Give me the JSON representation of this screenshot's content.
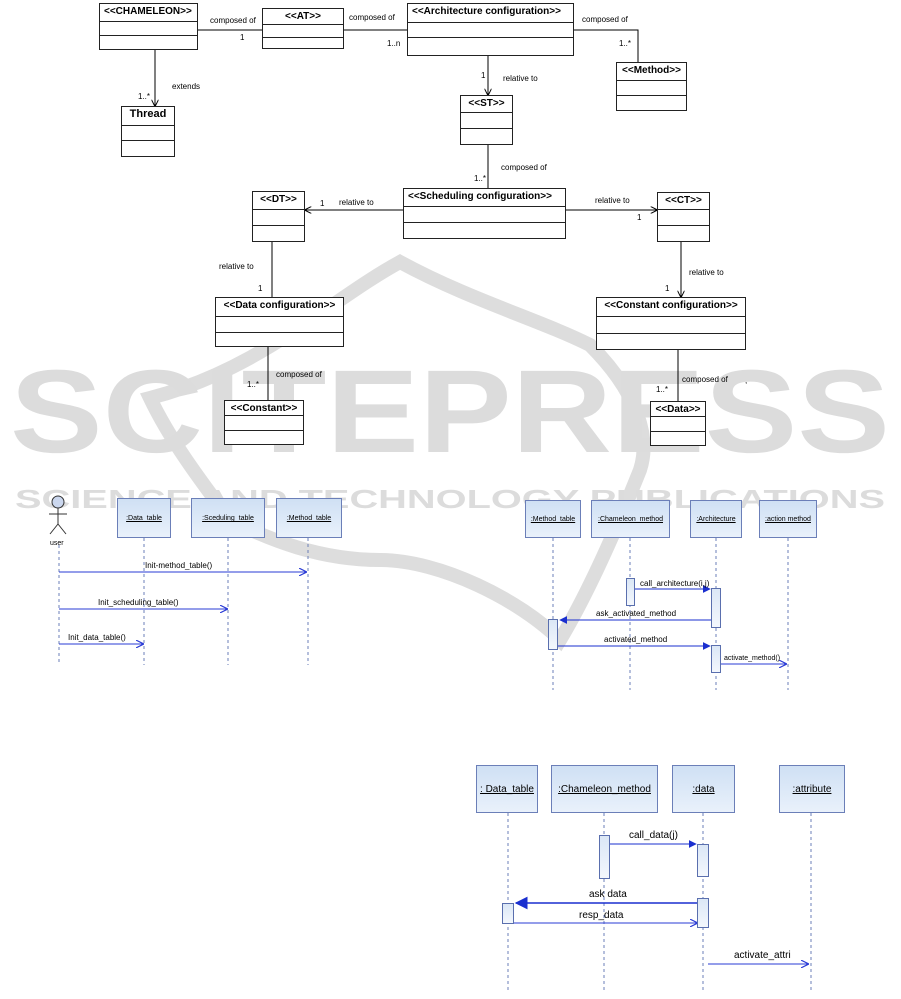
{
  "watermark": {
    "brand": "SCITEPRESS",
    "tagline": "SCIENCE AND TECHNOLOGY PUBLICATIONS",
    "color": "#dcdcdc"
  },
  "class_diagram": {
    "classes": {
      "chameleon": "<<CHAMELEON>>",
      "at": "<<AT>>",
      "architecture_configuration": "<<Architecture configuration>>",
      "method": "<<Method>>",
      "thread": "Thread",
      "st": "<<ST>>",
      "scheduling_configuration": "<<Scheduling configuration>>",
      "dt": "<<DT>>",
      "ct": "<<CT>>",
      "data_configuration": "<<Data configuration>>",
      "constant_configuration": "<<Constant configuration>>",
      "constant": "<<Constant>>",
      "data": "<<Data>>"
    },
    "labels": {
      "chameleon_at": "composed of",
      "chameleon_at_mult": "1",
      "at_arch": "composed of",
      "at_arch_mult": "1..n",
      "arch_method": "composed of",
      "arch_method_mult": "1..*",
      "chameleon_thread": "extends",
      "chameleon_thread_mult": "1..*",
      "arch_st": "relative to",
      "arch_st_mult": "1",
      "st_sched": "composed of",
      "st_sched_mult": "1..*",
      "sched_dt": "relative to",
      "sched_dt_mult": "1",
      "sched_ct": "relative to",
      "sched_ct_mult": "1",
      "dt_dataconf": "relative to",
      "dt_dataconf_mult": "1",
      "ct_constconf": "relative to",
      "ct_constconf_mult": "1",
      "dataconf_constant": "composed of",
      "dataconf_constant_mult": "1..*",
      "constconf_data": "composed of",
      "constconf_data_mult": "1..*",
      "stray_comma": ","
    }
  },
  "sequence_1": {
    "actor": "user",
    "lifelines": [
      ":Data_table",
      ":Sceduling_table",
      ":Method_table"
    ],
    "messages": [
      "Init-method_table()",
      "Init_scheduling_table()",
      "Init_data_table()"
    ]
  },
  "sequence_2": {
    "lifelines": [
      ":Method_table",
      ":Chameleon_method",
      ":Architecture",
      ":action method"
    ],
    "messages": [
      "call_architecture(i,j)",
      "ask_activated_method",
      "activated_method",
      "activate_method()"
    ]
  },
  "sequence_3": {
    "lifelines": [
      ": Data_table",
      ":Chameleon_method",
      ":data",
      ":attribute"
    ],
    "messages": [
      "call_data(j)",
      "ask data",
      "resp_data",
      "activate_attri"
    ]
  }
}
